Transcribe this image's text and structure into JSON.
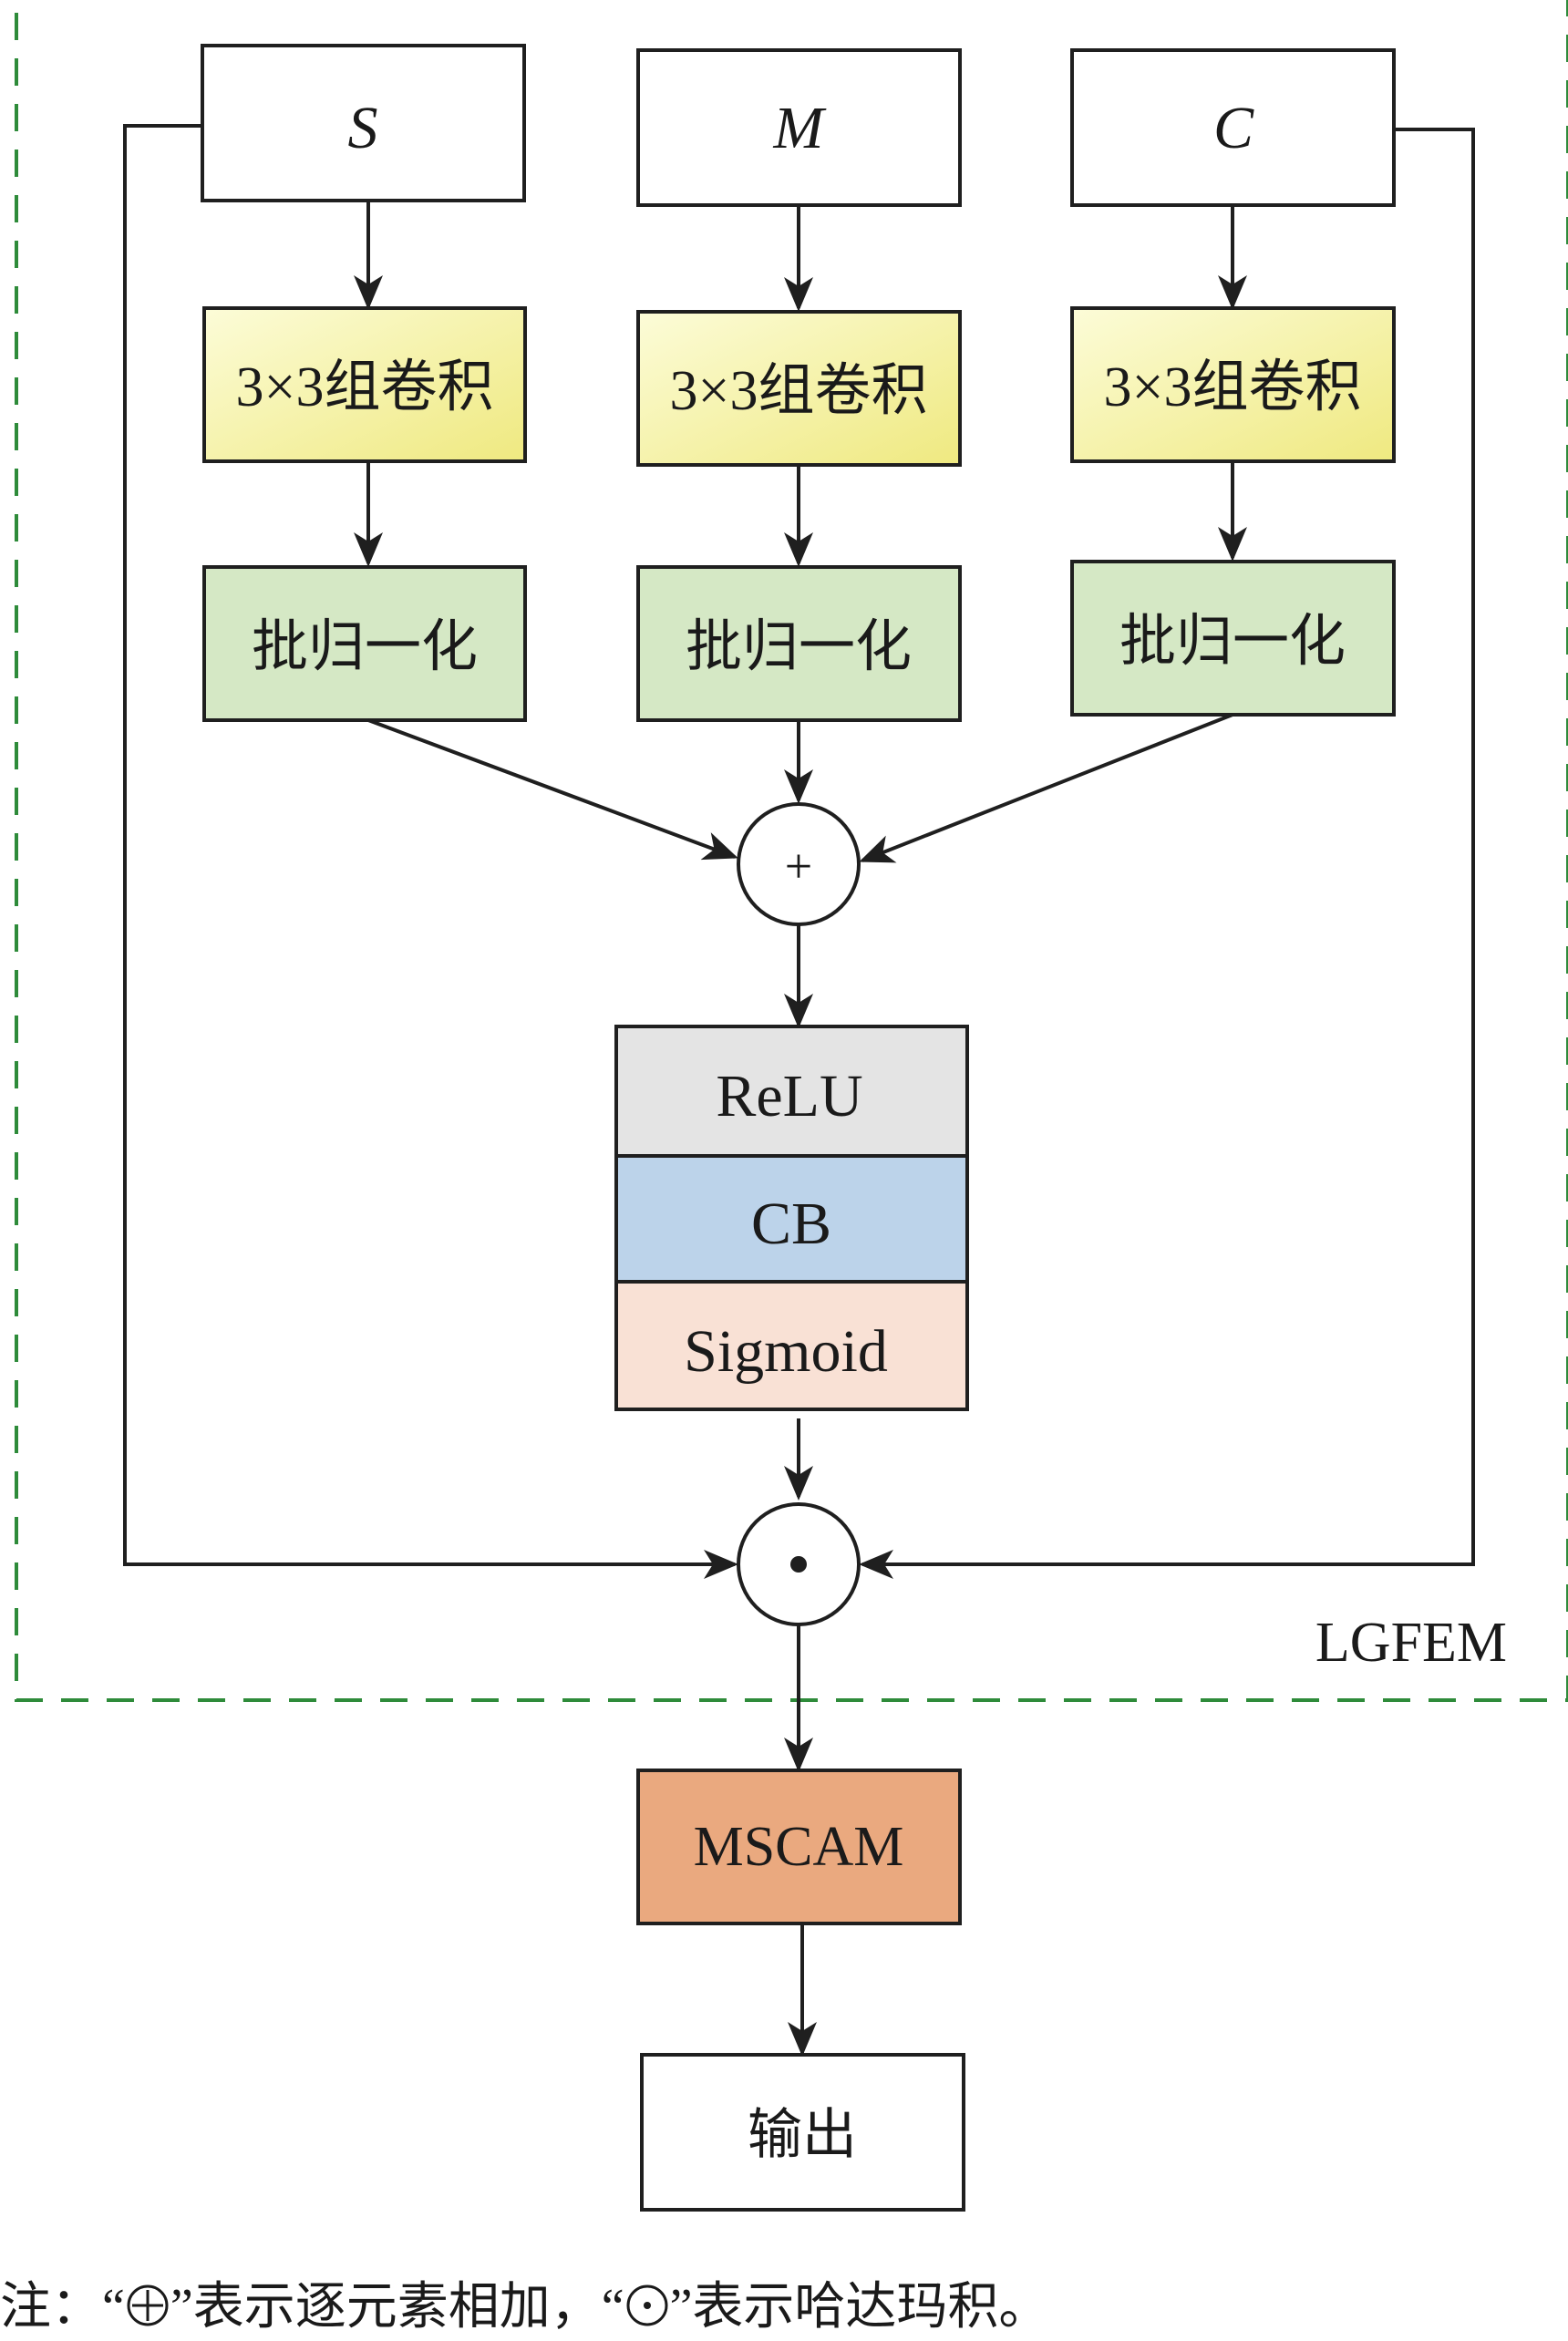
{
  "inputs": {
    "s": "S",
    "m": "M",
    "c": "C"
  },
  "conv": {
    "s": "3×3组卷积",
    "m": "3×3组卷积",
    "c": "3×3组卷积"
  },
  "bn": {
    "s": "批归一化",
    "m": "批归一化",
    "c": "批归一化"
  },
  "add_symbol": "+",
  "stack": {
    "relu": "ReLU",
    "cb": "CB",
    "sigmoid": "Sigmoid"
  },
  "module_label": "LGFEM",
  "mscam": "MSCAM",
  "output": "输出",
  "note": {
    "prefix": "注：“",
    "mid": "”表示逐元素相加，“",
    "suffix": "”表示哈达玛积。"
  },
  "colors": {
    "dashed_border": "#2e8b3a",
    "conv_fill_light": "#fbfbd0",
    "conv_fill_dark": "#f2ee86",
    "bn_fill": "#d5e8c5",
    "relu_fill": "#e4e4e4",
    "cb_fill": "#bcd3ea",
    "sigmoid_fill": "#f9e1d5",
    "mscam_fill": "#eaa97f",
    "line": "#1f1f1f"
  }
}
